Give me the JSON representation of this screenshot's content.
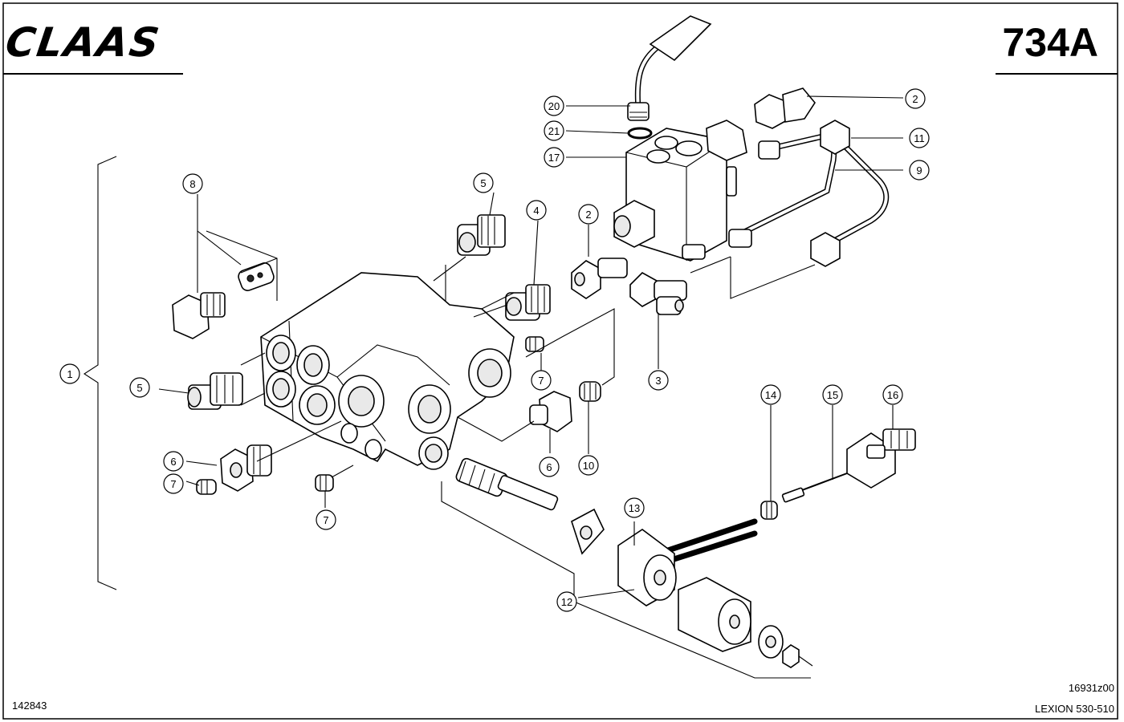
{
  "header": {
    "brand_logo": "CLAAS",
    "page_number": "734A"
  },
  "footer": {
    "doc_number": "142843",
    "drawing_code": "16931z00",
    "model": "LEXION 530-510"
  },
  "callouts": [
    {
      "id": "c1",
      "label": "1"
    },
    {
      "id": "c2a",
      "label": "2"
    },
    {
      "id": "c2b",
      "label": "2"
    },
    {
      "id": "c3",
      "label": "3"
    },
    {
      "id": "c4",
      "label": "4"
    },
    {
      "id": "c5a",
      "label": "5"
    },
    {
      "id": "c5b",
      "label": "5"
    },
    {
      "id": "c6a",
      "label": "6"
    },
    {
      "id": "c6b",
      "label": "6"
    },
    {
      "id": "c7a",
      "label": "7"
    },
    {
      "id": "c7b",
      "label": "7"
    },
    {
      "id": "c7c",
      "label": "7"
    },
    {
      "id": "c8",
      "label": "8"
    },
    {
      "id": "c9",
      "label": "9"
    },
    {
      "id": "c10",
      "label": "10"
    },
    {
      "id": "c11",
      "label": "11"
    },
    {
      "id": "c12",
      "label": "12"
    },
    {
      "id": "c13",
      "label": "13"
    },
    {
      "id": "c14",
      "label": "14"
    },
    {
      "id": "c15",
      "label": "15"
    },
    {
      "id": "c16",
      "label": "16"
    },
    {
      "id": "c17",
      "label": "17"
    },
    {
      "id": "c20",
      "label": "20"
    },
    {
      "id": "c21",
      "label": "21"
    }
  ]
}
